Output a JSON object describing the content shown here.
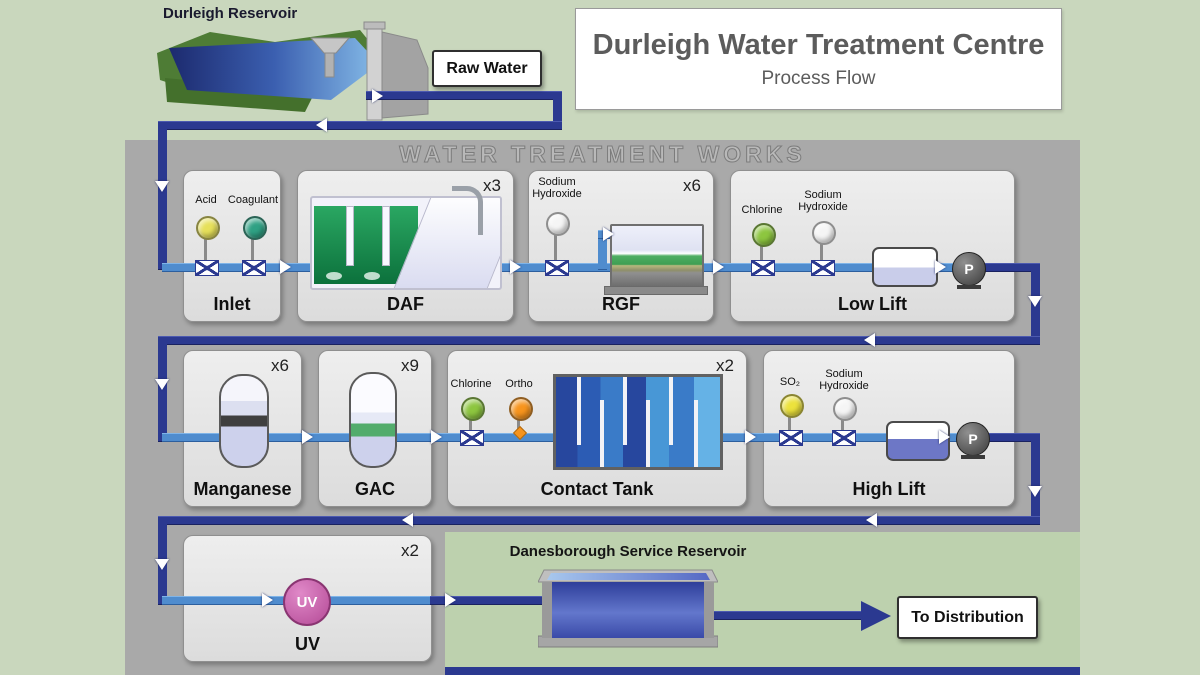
{
  "header": {
    "title_line1": "Durleigh Water Treatment Centre",
    "title_line2": "Process Flow",
    "works_title": "WATER TREATMENT WORKS"
  },
  "source": {
    "reservoir_label": "Durleigh Reservoir",
    "raw_water_label": "Raw Water"
  },
  "destination": {
    "reservoir_label": "Danesborough Service Reservoir",
    "distribution_label": "To Distribution"
  },
  "stages": {
    "inlet": {
      "label": "Inlet",
      "doses": [
        {
          "name": "Acid",
          "color": "#e6e05a"
        },
        {
          "name": "Coagulant",
          "color": "#2fa184"
        }
      ]
    },
    "daf": {
      "label": "DAF",
      "multiplier": "x3"
    },
    "rgf": {
      "label": "RGF",
      "multiplier": "x6",
      "doses": [
        {
          "name": "Sodium Hydroxide",
          "color": "#f5f5f5"
        }
      ]
    },
    "low_lift": {
      "label": "Low Lift",
      "pump_label": "P",
      "doses": [
        {
          "name": "Chlorine",
          "color": "#8dc63f"
        },
        {
          "name": "Sodium Hydroxide",
          "color": "#f5f5f5"
        }
      ]
    },
    "manganese": {
      "label": "Manganese",
      "multiplier": "x6"
    },
    "gac": {
      "label": "GAC",
      "multiplier": "x9"
    },
    "contact_tank": {
      "label": "Contact Tank",
      "multiplier": "x2",
      "doses": [
        {
          "name": "Chlorine",
          "color": "#8dc63f"
        },
        {
          "name": "Ortho",
          "color": "#f7941d"
        }
      ]
    },
    "high_lift": {
      "label": "High Lift",
      "pump_label": "P",
      "doses": [
        {
          "name": "SO₂",
          "color": "#ece23c"
        },
        {
          "name": "Sodium Hydroxide",
          "color": "#f5f5f5"
        }
      ]
    },
    "uv": {
      "label": "UV",
      "multiplier": "x2",
      "unit_label": "UV"
    }
  },
  "colors": {
    "pipe_dark": "#2b3990",
    "pipe_light": "#4f8cce",
    "works_panel": "#a9a9a9",
    "background_green": "#c9d7bd",
    "reservoir_panel_green": "#bdd1ae",
    "uv_pink": "#b44a96"
  }
}
